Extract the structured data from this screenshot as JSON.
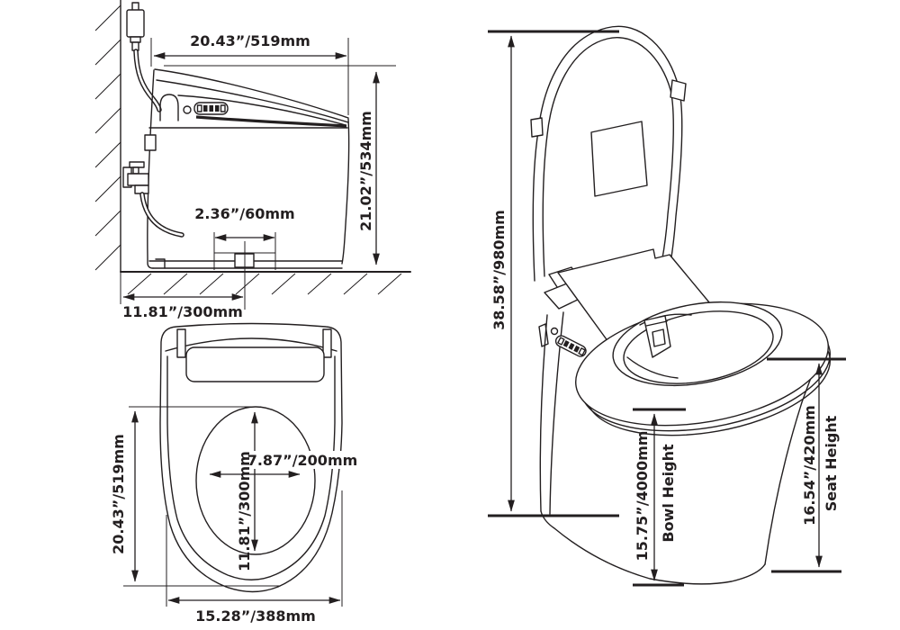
{
  "page": {
    "background": "#ffffff",
    "line_color": "#231f20"
  },
  "side_view": {
    "dim_top_width": "20.43”/519mm",
    "dim_height": "21.02”/534mm",
    "dim_trap_offset": "2.36”/60mm",
    "dim_rough_in": "11.81”/300mm"
  },
  "top_view": {
    "dim_length": "20.43”/519mm",
    "dim_bowl_width": "7.87”/200mm",
    "dim_bowl_length": "11.81”/300mm",
    "dim_width": "15.28”/388mm"
  },
  "perspective_view": {
    "dim_open_height": "38.58”/980mm",
    "dim_bowl_height": "15.75”/4000mm",
    "dim_bowl_height_label": "Bowl Height",
    "dim_seat_height": "16.54”/420mm",
    "dim_seat_height_label": "Seat Height"
  }
}
